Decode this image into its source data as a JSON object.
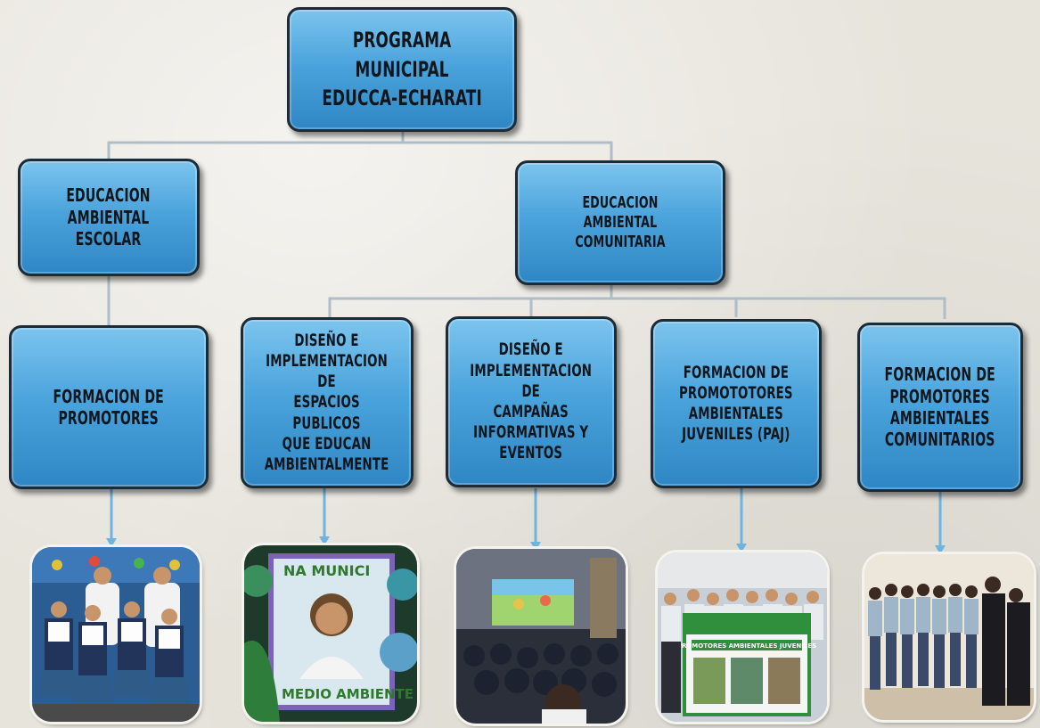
{
  "root": {
    "title": "PROGRAMA\nMUNICIPAL\nEDUCCA-ECHARATI"
  },
  "branches": [
    {
      "title": "EDUCACION\nAMBIENTAL\nESCOLAR"
    },
    {
      "title": "EDUCACION AMBIENTAL\nCOMUNITARIA"
    }
  ],
  "components": [
    {
      "title": "FORMACION DE\nPROMOTORES"
    },
    {
      "title": "DISEÑO E\nIMPLEMENTACION DE\nESPACIOS PUBLICOS\nQUE EDUCAN\nAMBIENTALMENTE"
    },
    {
      "title": "DISEÑO E\nIMPLEMENTACION DE\nCAMPAÑAS\nINFORMATIVAS Y\nEVENTOS"
    },
    {
      "title": "FORMACION DE\nPROMOTOTORES\nAMBIENTALES\nJUVENILES (PAJ)"
    },
    {
      "title": "FORMACION DE\nPROMOTORES\nAMBIENTALES\nCOMUNITARIOS"
    }
  ],
  "photos": [
    {
      "subject": "students-in-uniform"
    },
    {
      "subject": "mural-medio-ambiente",
      "text_top": "NA MUNICI",
      "text_bottom": "MEDIO AMBIENTE"
    },
    {
      "subject": "screening-audience"
    },
    {
      "subject": "youth-promoters-banner",
      "banner_text": "PROMOTORES AMBIENTALES JUVENILES"
    },
    {
      "subject": "community-promoters-group"
    }
  ],
  "colors": {
    "node_fill": "#4ba4dc",
    "node_border": "#1d2b36",
    "connector": "#9fb2c0",
    "arrow": "#6fb3e0"
  }
}
